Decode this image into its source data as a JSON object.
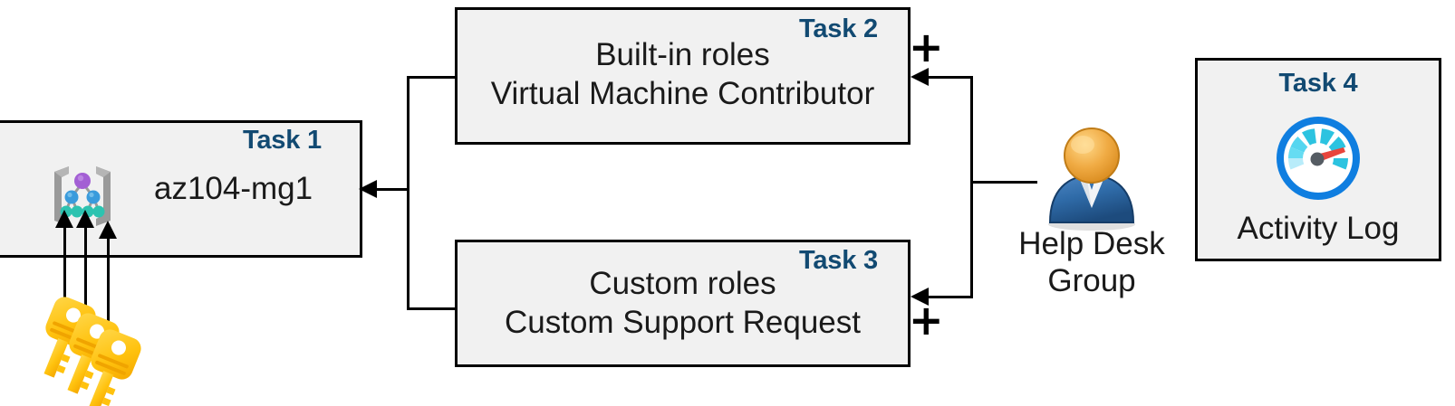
{
  "diagram": {
    "title": "Azure RBAC task diagram",
    "background_color": "#ffffff",
    "box_fill": "#f1f1f1",
    "box_border": "#000000",
    "task_label_color": "#124a72",
    "connector_color": "#000000"
  },
  "boxes": [
    {
      "id": "task1",
      "task_label": "Task 1",
      "line1": "az104-mg1",
      "line2": "",
      "icon": "management-group-icon"
    },
    {
      "id": "task2",
      "task_label": "Task 2",
      "line1": "Built-in roles",
      "line2": "Virtual Machine Contributor",
      "icon": ""
    },
    {
      "id": "task3",
      "task_label": "Task 3",
      "line1": "Custom roles",
      "line2": "Custom Support Request",
      "icon": ""
    },
    {
      "id": "task4",
      "task_label": "Task 4",
      "line1": "Activity Log",
      "line2": "",
      "icon": "activity-log-gauge-icon"
    }
  ],
  "actor": {
    "icon": "user-group-icon",
    "caption_line1": "Help Desk",
    "caption_line2": "Group"
  },
  "keys": {
    "icon": "keys-icon",
    "count": 3
  },
  "operators": {
    "plus_top": "+",
    "plus_bottom": "+"
  },
  "colors": {
    "key_yellow": "#ffc20e",
    "key_orange": "#f8a800",
    "gauge_blue": "#0f7ee0",
    "gauge_cyan": "#2cc3e0",
    "gauge_needle": "#e8453c",
    "person_head": "#eda742",
    "person_body": "#2f6ba8",
    "mg_node_purple": "#a35fd4",
    "mg_node_blue": "#3a9bdc",
    "mg_node_teal": "#2dc3b0",
    "mg_bracket_gray": "#9a9a9a"
  }
}
